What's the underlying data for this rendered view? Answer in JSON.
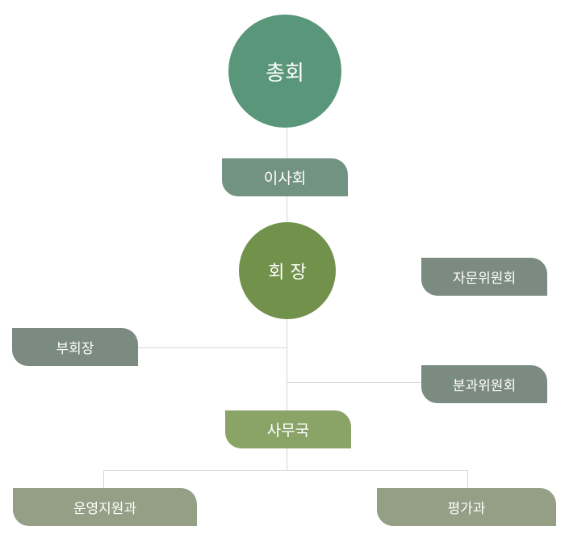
{
  "nodes": {
    "general_assembly": {
      "label": "총회",
      "color": "#5a967a"
    },
    "board": {
      "label": "이사회",
      "color": "#729282"
    },
    "chairman": {
      "label": "회 장",
      "color": "#72914b"
    },
    "advisory": {
      "label": "자문위원회",
      "color": "#7b8b82"
    },
    "vice_chairman": {
      "label": "부회장",
      "color": "#7b8b82"
    },
    "subcommittee": {
      "label": "분과위원회",
      "color": "#7b8b82"
    },
    "secretariat": {
      "label": "사무국",
      "color": "#8aa468"
    },
    "operations": {
      "label": "운영지원과",
      "color": "#949f85"
    },
    "evaluation": {
      "label": "평가과",
      "color": "#949f85"
    }
  }
}
